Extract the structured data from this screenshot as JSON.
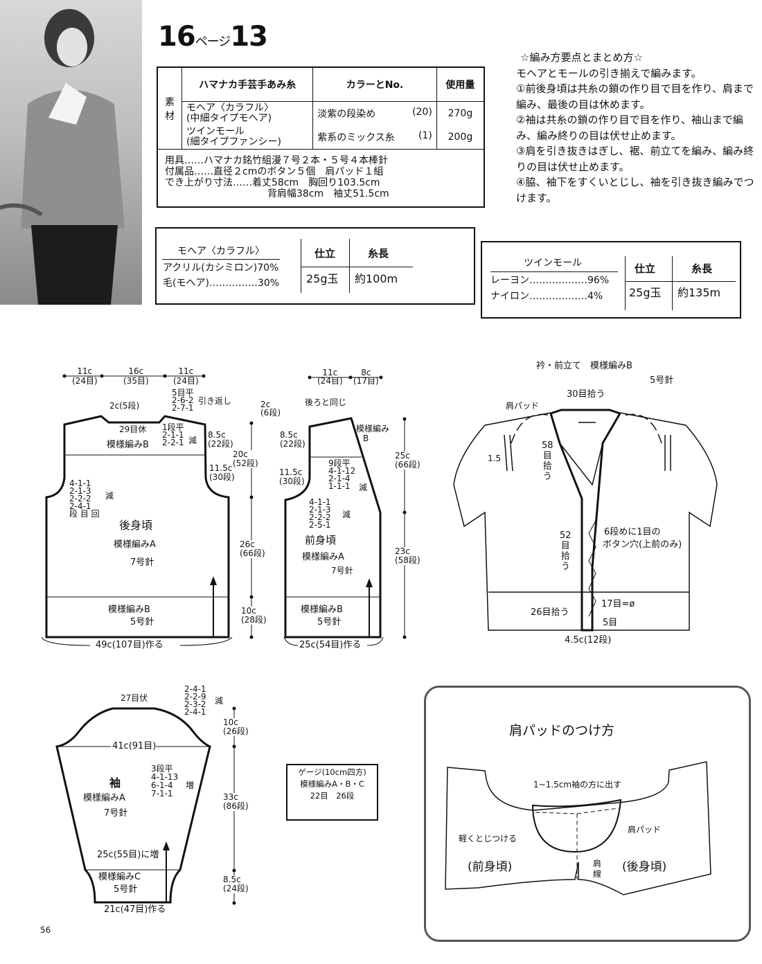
{
  "header": {
    "page_ref": "16",
    "page_ref_suffix": "ページ",
    "pattern_no": "13"
  },
  "materials": {
    "col_yarn": "ハマナカ手芸手あみ糸",
    "col_color": "カラーとNo.",
    "col_amount": "使用量",
    "row_label": "素材",
    "rows": [
      {
        "yarn": "モヘア〈カラフル〉",
        "yarn_sub": "(中細タイプモヘア)",
        "color": "淡紫の段染め",
        "no": "(20)",
        "amount": "270g"
      },
      {
        "yarn": "ツインモール",
        "yarn_sub": "(細タイプファンシー)",
        "color": "紫系のミックス糸",
        "no": "(1)",
        "amount": "200g"
      }
    ],
    "tools": "用具……ハマナカ銘竹組漫７号２本・５号４本棒針",
    "notions": "付属品……直径２cmのボタン５個　肩パッド１組",
    "size1": "でき上がり寸法……着丈58cm　胸回り103.5cm",
    "size2": "背肩幅38cm　袖丈51.5cm"
  },
  "instructions": {
    "title": "☆編み方要点とまとめ方☆",
    "lines": [
      "モヘアとモールの引き揃えで編みます。",
      "①前後身頃は共糸の鎖の作り目で目を作り、肩まで編み、最後の目は休めます。",
      "②袖は共糸の鎖の作り目で目を作り、袖山まで編み、編み終りの目は伏せ止めます。",
      "③肩を引き抜きはぎし、裾、前立てを編み、編み終りの目は伏せ止めます。",
      "④脇、袖下をすくいとじし、袖を引き抜き編みでつけます。"
    ]
  },
  "yarn_mohair": {
    "name": "モヘア〈カラフル〉",
    "fiber1": "アクリル(カシミロン)70%",
    "fiber2": "毛(モヘア)……………30%",
    "h_put": "仕立",
    "h_len": "糸長",
    "put": "25g玉",
    "len": "約100m"
  },
  "yarn_twin": {
    "name": "ツインモール",
    "fiber1": "レーヨン………………96%",
    "fiber2": "ナイロン………………4%",
    "h_put": "仕立",
    "h_len": "糸長",
    "put": "25g玉",
    "len": "約135m"
  },
  "back": {
    "w1": "11c",
    "w1s": "(24目)",
    "w2": "16c",
    "w2s": "(35目)",
    "w3": "11c",
    "w3s": "(24目)",
    "neck_depth": "2c(5段)",
    "neck_rest": "29目休",
    "shoulder": [
      "5目平",
      "2-6-2",
      "2-7-1"
    ],
    "shoulder_note": "引き返し",
    "neck_dec": [
      "1段平",
      "2-1-1",
      "2-2-1"
    ],
    "dec": "減",
    "yoke": "模様編みB",
    "yoke_h": "8.5c",
    "yoke_hs": "(22段)",
    "arm_h": "11.5c",
    "arm_hs": "(30段)",
    "arm_dec": [
      "4-1-1",
      "2-1-3",
      "2-2-2",
      "2-4-1"
    ],
    "arm_dec_head": "段 目 回",
    "name": "後身頃",
    "pattern": "模様編みA",
    "needle": "7号針",
    "hem": "模様編みB",
    "hem_needle": "5号針",
    "cast_on": "49c(107目)作る",
    "total_h": "2c",
    "total_hs": "(6段)",
    "h20": "20c",
    "h20s": "(52段)",
    "h26": "26c",
    "h26s": "(66段)",
    "h10": "10c",
    "h10s": "(28段)"
  },
  "front": {
    "w1": "11c",
    "w1s": "(24目)",
    "w2": "8c",
    "w2s": "(17目)",
    "same": "後ろと同じ",
    "yoke": "模様編み",
    "yoke2": "B",
    "yoke_h": "8.5c",
    "yoke_hs": "(22段)",
    "arm_h": "11.5c",
    "arm_hs": "(30段)",
    "neck_dec": [
      "9段平",
      "4-1-12",
      "2-1-4",
      "1-1-1"
    ],
    "dec": "減",
    "arm_dec": [
      "4-1-1",
      "2-1-3",
      "2-2-2",
      "2-5-1"
    ],
    "name": "前身頃",
    "pattern": "模様編みA",
    "needle": "7号針",
    "hem": "模様編みB",
    "hem_needle": "5号針",
    "cast_on": "25c(54目)作る",
    "h25": "25c",
    "h25s": "(66段)",
    "h23": "23c",
    "h23s": "(58段)"
  },
  "band": {
    "title": "衿・前立て　模様編みB",
    "needle": "5号針",
    "pad": "肩パッド",
    "pad_w": "1.5",
    "pick30": "30目拾う",
    "pick58": [
      "58",
      "目",
      "拾",
      "う"
    ],
    "pick52": [
      "52",
      "目",
      "拾",
      "う"
    ],
    "buttonhole1": "6段めに1目の",
    "buttonhole2": "ボタン穴(上前のみ)",
    "pick26": "26目拾う",
    "st17": "17目=ø",
    "st5": "5目",
    "width": "4.5c(12段)"
  },
  "sleeve": {
    "top": "27目伏",
    "cap_dec": [
      "2-4-1",
      "2-2-9",
      "2-3-2",
      "2-4-1"
    ],
    "dec": "減",
    "width": "41c(91目)",
    "inc": [
      "3段平",
      "4-1-13",
      "6-1-4",
      "7-1-1"
    ],
    "inc_label": "増",
    "name": "袖",
    "pattern": "模様編みA",
    "needle": "7号針",
    "cuff_w": "25c(55目)に増",
    "cuff": "模様編みC",
    "cuff_needle": "5号針",
    "cast_on": "21c(47目)作る",
    "h10": "10c",
    "h10s": "(26段)",
    "h33": "33c",
    "h33s": "(86段)",
    "h85": "8.5c",
    "h85s": "(24段)"
  },
  "gauge": {
    "title": "ゲージ(10cm四方)",
    "patterns": "模様編みA・B・C",
    "values": "22目　26段"
  },
  "pad_howto": {
    "title": "肩パッドのつけ方",
    "note": "1~1.5cm袖の方に出す",
    "pad": "肩パッド",
    "tack": "軽くとじつける",
    "front": "(前身頃)",
    "back": "(後身頃)",
    "line1": "肩",
    "line2": "線"
  },
  "footer": {
    "page": "56"
  }
}
